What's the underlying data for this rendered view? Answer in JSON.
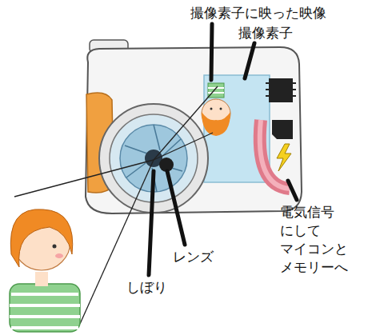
{
  "diagram": {
    "labels": [
      "撮像素子に映った映像",
      "撮像素子",
      "電気信号 にして マイコンと メモリーへ",
      "レンズ",
      "しぼり"
    ]
  }
}
